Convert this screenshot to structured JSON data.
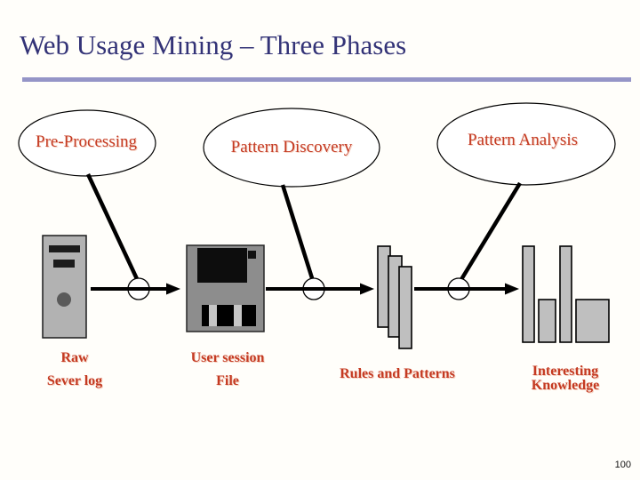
{
  "slide": {
    "title": "Web Usage Mining – Three Phases",
    "page_number": "100"
  },
  "phases": [
    {
      "label": "Pre-Processing"
    },
    {
      "label": "Pattern Discovery"
    },
    {
      "label": "Pattern Analysis"
    }
  ],
  "labels": {
    "raw_log_line1": "Raw",
    "raw_log_line2": "Sever log",
    "user_session_line1": "User session",
    "user_session_line2": "File",
    "rules_patterns": "Rules and Patterns",
    "interesting_line1": "Interesting",
    "interesting_line2": "Knowledge"
  },
  "icons": [
    "computer-tower-icon",
    "floppy-disk-icon",
    "stacked-panels-icon",
    "bar-chart-icon"
  ],
  "colors": {
    "title_text": "#333377",
    "red_text": "#c43a22",
    "divider": "#9595c7",
    "icon_gray": "#bfbfbf",
    "tower_gray": "#b2b2b2",
    "floppy_gray": "#8d8d8d"
  }
}
